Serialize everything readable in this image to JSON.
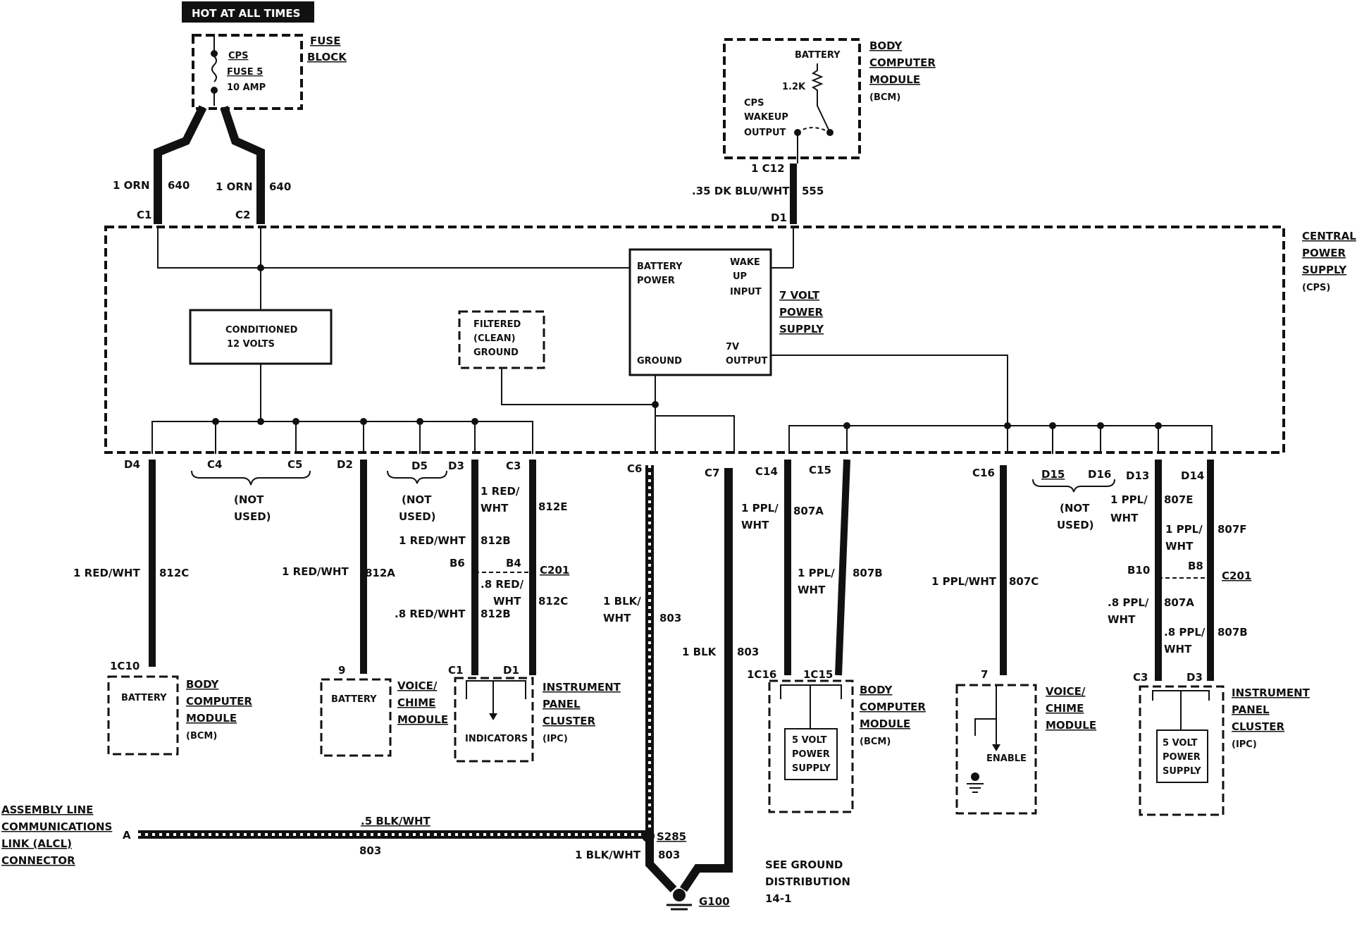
{
  "hot_label": "HOT AT ALL TIMES",
  "fuse_block": {
    "title1": "FUSE",
    "title2": "BLOCK",
    "cps": "CPS",
    "fuse": "FUSE 5",
    "amp": "10 AMP"
  },
  "bcm_top": {
    "l1": "BODY",
    "l2": "COMPUTER",
    "l3": "MODULE",
    "l4": "(BCM)",
    "battery": "BATTERY",
    "res": "1.2K",
    "cps": "CPS",
    "wakeup": "WAKEUP",
    "output": "OUTPUT",
    "pin": "1 C12",
    "wire": ".35 DK BLU/WHT",
    "circ": "555",
    "conn": "D1"
  },
  "feeds": {
    "w1": "1 ORN",
    "c1": "640",
    "w2": "1 ORN",
    "c2": "640",
    "conn1": "C1",
    "conn2": "C2"
  },
  "cps": {
    "l1": "CENTRAL",
    "l2": "POWER",
    "l3": "SUPPLY",
    "l4": "(CPS)",
    "cond1": "CONDITIONED",
    "cond2": "12 VOLTS",
    "filt1": "FILTERED",
    "filt2": "(CLEAN)",
    "filt3": "GROUND",
    "bp1": "BATTERY",
    "bp2": "POWER",
    "wk1": "WAKE",
    "wk2": "UP",
    "wk3": "INPUT",
    "gnd": "GROUND",
    "o1": "7V",
    "o2": "OUTPUT",
    "v1": "7 VOLT",
    "v2": "POWER",
    "v3": "SUPPLY"
  },
  "pins": {
    "D4": "D4",
    "C4": "C4",
    "C5": "C5",
    "D2": "D2",
    "D5": "D5",
    "D3": "D3",
    "C3": "C3",
    "C6": "C6",
    "C7": "C7",
    "C14": "C14",
    "C15": "C15",
    "C16": "C16",
    "D15": "D15",
    "D16": "D16",
    "D13": "D13",
    "D14": "D14"
  },
  "notused": {
    "a1": "(NOT",
    "a2": "USED)",
    "b1": "(NOT",
    "b2": "USED)",
    "c1": "(NOT",
    "c2": "USED)"
  },
  "wires": {
    "w812c": "1 RED/WHT",
    "c812c": "812C",
    "w812a": "1 RED/WHT",
    "c812a": "812A",
    "w812b1a": "1 RED/",
    "w812b1b": "WHT",
    "c812e": "812E",
    "w812b2": "1 RED/WHT",
    "c812b2": "812B",
    "w812b3": ".8 RED/WHT",
    "c812b3": "812B",
    "w812c2a": ".8 RED/",
    "w812c2b": "WHT",
    "c812c2": "812C",
    "pB6": "B6",
    "pB4": "B4",
    "c201a": "C201",
    "w803a": "1 BLK/",
    "w803b": "WHT",
    "c803a": "803",
    "w803c": "1 BLK",
    "c803c": "803",
    "w807a1": "1 PPL/",
    "w807a2": "WHT",
    "c807a": "807A",
    "w807b1": "1 PPL/",
    "w807b2": "WHT",
    "c807b": "807B",
    "w807c": "1 PPL/WHT",
    "c807c": "807C",
    "w807e1": "1 PPL/",
    "w807e2": "WHT",
    "c807e": "807E",
    "w807f1": "1 PPL/",
    "w807f2": "WHT",
    "c807f": "807F",
    "pB10": "B10",
    "pB8": "B8",
    "c201b": "C201",
    "w807a3": ".8 PPL/",
    "w807a4": "WHT",
    "c807a3": "807A",
    "w807b3": ".8 PPL/",
    "w807b4": "WHT",
    "c807b3": "807B"
  },
  "components": {
    "bcm1": {
      "pin": "1C10",
      "battery": "BATTERY",
      "l1": "BODY",
      "l2": "COMPUTER",
      "l3": "MODULE",
      "l4": "(BCM)"
    },
    "vcm1": {
      "pin": "9",
      "battery": "BATTERY",
      "l1": "VOICE/",
      "l2": "CHIME",
      "l3": "MODULE"
    },
    "ipc1": {
      "pin1": "C1",
      "pin2": "D1",
      "ind": "INDICATORS",
      "l1": "INSTRUMENT",
      "l2": "PANEL",
      "l3": "CLUSTER",
      "l4": "(IPC)"
    },
    "bcm2": {
      "pin1": "1C16",
      "pin2": "1C15",
      "s1": "5 VOLT",
      "s2": "POWER",
      "s3": "SUPPLY",
      "l1": "BODY",
      "l2": "COMPUTER",
      "l3": "MODULE",
      "l4": "(BCM)"
    },
    "vcm2": {
      "pin": "7",
      "enable": "ENABLE",
      "l1": "VOICE/",
      "l2": "CHIME",
      "l3": "MODULE"
    },
    "ipc2": {
      "pin1": "C3",
      "pin2": "D3",
      "s1": "5 VOLT",
      "s2": "POWER",
      "s3": "SUPPLY",
      "l1": "INSTRUMENT",
      "l2": "PANEL",
      "l3": "CLUSTER",
      "l4": "(IPC)"
    }
  },
  "alcl": {
    "l1": "ASSEMBLY LINE",
    "l2": "COMMUNICATIONS",
    "l3": "LINK (ALCL)",
    "l4": "CONNECTOR",
    "pin": "A",
    "wire": ".5 BLK/WHT",
    "circ": "803"
  },
  "ground": {
    "splice": "S285",
    "wire": "1 BLK/WHT",
    "circ": "803",
    "g": "G100",
    "see1": "SEE GROUND",
    "see2": "DISTRIBUTION",
    "see3": "14-1"
  }
}
